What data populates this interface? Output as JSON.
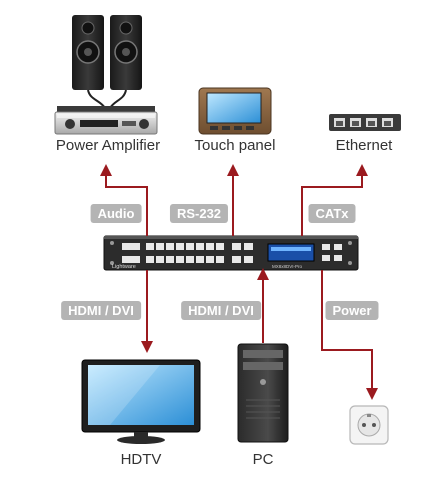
{
  "devices": {
    "amplifier": "Power Amplifier",
    "touch_panel": "Touch panel",
    "ethernet": "Ethernet",
    "hdtv": "HDTV",
    "pc": "PC"
  },
  "connections": {
    "audio": "Audio",
    "rs232": "RS-232",
    "catx": "CATx",
    "hdmi_out": "HDMI / DVI",
    "hdmi_in": "HDMI / DVI",
    "power": "Power"
  },
  "matrix": {
    "brand": "Lightware",
    "model": "MX8x8DVI-Pro"
  },
  "colors": {
    "arrow": "#9b1a1f",
    "label_bg": "#b4b4b4",
    "device_dark": "#2a2a2a"
  }
}
